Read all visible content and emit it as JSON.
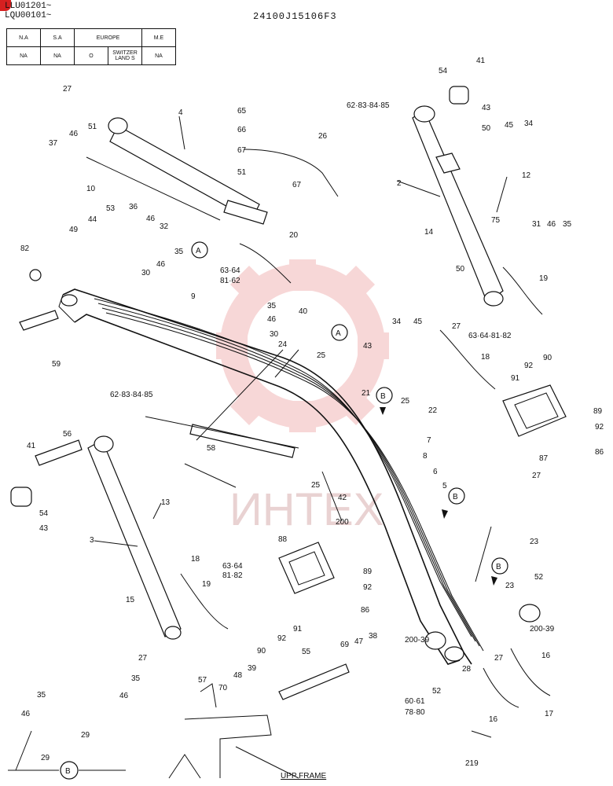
{
  "header": {
    "serials": [
      "LLU01201~",
      "LQU00101~"
    ],
    "drawing_code": "24100J15106F3"
  },
  "config_table": {
    "header": [
      "N.A",
      "S.A",
      "EUROPE",
      "M.E"
    ],
    "row": [
      "NA",
      "NA",
      "O",
      "SWITZER LAND",
      "S",
      "NA"
    ]
  },
  "callouts": {
    "circle_a": "A",
    "circle_b": "B"
  },
  "watermark": {
    "text": "ИНТЕХ",
    "color": "#f2b8b8"
  },
  "footer": {
    "frame_label": "UPP FRAME"
  },
  "part_labels": {
    "p27a": "27",
    "p51a": "51",
    "p4": "4",
    "p65": "65",
    "p66": "66",
    "p67a": "67",
    "p26": "26",
    "p51b": "51",
    "p67b": "67",
    "p62a": "62·83·84·85",
    "p54a": "54",
    "p41a": "41",
    "p43a": "43",
    "p50a": "50",
    "p45a": "45",
    "p34a": "34",
    "p37": "37",
    "p46a": "46",
    "p10": "10",
    "p36": "36",
    "p46b": "46",
    "p32": "32",
    "p53": "53",
    "p44": "44",
    "p49": "49",
    "p2": "2",
    "p12": "12",
    "p82": "82",
    "p35a": "35",
    "p46c": "46",
    "p30a": "30",
    "p20": "20",
    "p6364a": "63·64",
    "p8182a": "81·62",
    "p14": "14",
    "p75": "75",
    "p31": "31",
    "p46d": "46",
    "p35b": "35",
    "p50b": "50",
    "p19a": "19",
    "p9": "9",
    "p35c": "35",
    "p46e": "46",
    "p30b": "30",
    "p40": "40",
    "p34b": "34",
    "p45b": "45",
    "p27b": "27",
    "p6364b": "63·64·81·82",
    "p59": "59",
    "p24": "24",
    "p25a": "25",
    "p43b": "43",
    "p18a": "18",
    "p91a": "91",
    "p92a": "92",
    "p90a": "90",
    "p62b": "62·83·84·85",
    "p21": "21",
    "p25b": "25",
    "p22": "22",
    "p89a": "89",
    "p92b": "92",
    "p87": "87",
    "p86a": "86",
    "p56": "56",
    "p58": "58",
    "p7": "7",
    "p8": "8",
    "p6": "6",
    "p5": "5",
    "p41b": "41",
    "p25c": "25",
    "p27c": "27",
    "p42": "42",
    "p200a": "200",
    "p54b": "54",
    "p43c": "43",
    "p23a": "23",
    "p13": "13",
    "p3": "3",
    "p88": "88",
    "p18b": "18",
    "p6364c": "63·64",
    "p8182b": "81·82",
    "p19b": "19",
    "p15": "15",
    "p89b": "89",
    "p92c": "92",
    "p86b": "86",
    "p52a": "52",
    "p23b": "23",
    "p20039a": "200-39",
    "p27d": "27",
    "p91b": "91",
    "p92d": "92",
    "p90b": "90",
    "p55": "55",
    "p69": "69",
    "p47": "47",
    "p38": "38",
    "p20039b": "200-39",
    "p27e": "27",
    "p16a": "16",
    "p28": "28",
    "p35d": "35",
    "p46f": "46",
    "p57": "57",
    "p70": "70",
    "p48": "48",
    "p39": "39",
    "p52b": "52",
    "p6061": "60·61",
    "p7880": "78·80",
    "p17": "17",
    "p16b": "16",
    "p35e": "35",
    "p46g": "46",
    "p29a": "29",
    "p29b": "29",
    "p219": "219"
  }
}
